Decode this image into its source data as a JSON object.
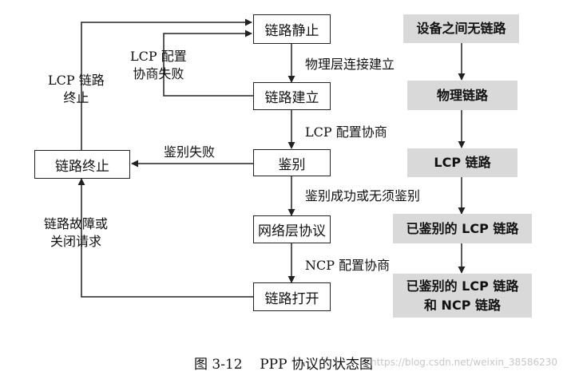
{
  "states": {
    "dead": "链路静止",
    "establish": "链路建立",
    "authenticate": "鉴别",
    "network": "网络层协议",
    "open": "链路打开",
    "terminate": "链路终止"
  },
  "transitions": {
    "physical_up": "物理层连接建立",
    "lcp_fail": "LCP 配置\n协商失败",
    "lcp_ok": "LCP 配置协商",
    "auth_fail": "鉴别失败",
    "auth_ok": "鉴别成功或无须鉴别",
    "ncp": "NCP 配置协商",
    "lcp_term": "LCP 链路\n终止",
    "fault": "链路故障或\n关闭请求"
  },
  "link_status": {
    "none": "设备之间无链路",
    "physical": "物理链路",
    "lcp": "LCP 链路",
    "auth_lcp": "已鉴别的 LCP 链路",
    "auth_lcp_ncp": "已鉴别的 LCP 链路\n和 NCP 链路"
  },
  "caption": "图 3-12    PPP 协议的状态图",
  "watermark": "https://blog.csdn.net/weixin_38586230",
  "colors": {
    "status_fill": "#d9d9d9",
    "line": "#222222"
  }
}
